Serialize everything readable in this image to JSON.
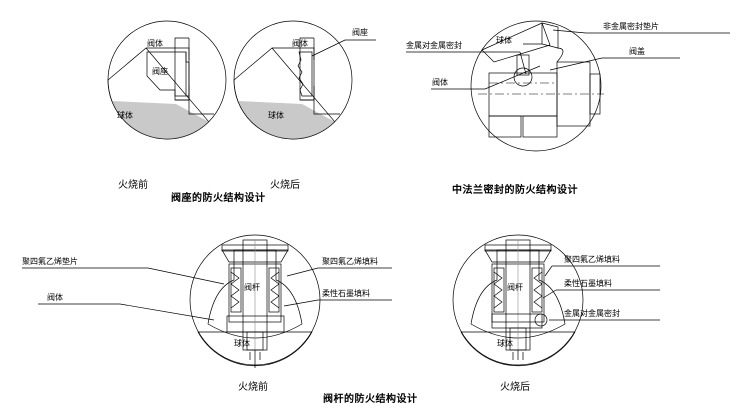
{
  "figure": {
    "title_visible": false,
    "colors": {
      "seat_orange": "#ef7c1a",
      "packing_yellow": "#fff200",
      "metal_gray_light": "#e8e8e8",
      "metal_gray_mid": "#b9b9b9",
      "metal_gray_dark": "#8a8a8a",
      "outline": "#000000",
      "background": "#ffffff"
    }
  },
  "panels": [
    {
      "id": "seat",
      "caption": "阀座的防火结构设计",
      "state_before": "火烧前",
      "state_after": "火烧后",
      "labels": {
        "valve_body": "阀体",
        "valve_seat": "阀座",
        "ball": "球体",
        "seat_callout": "阀座"
      }
    },
    {
      "id": "middle-flange",
      "caption": "中法兰密封的防火结构设计",
      "labels": {
        "metal_to_metal_seal": "金属对金属密封",
        "valve_body": "阀体",
        "ball": "球体",
        "non_metal_gasket": "非金属密封垫片",
        "bonnet": "阀盖"
      }
    },
    {
      "id": "stem",
      "caption": "阀杆的防火结构设计",
      "state_before": "火烧前",
      "state_after": "火烧后",
      "labels_before": {
        "ptfe_gasket": "聚四氟乙烯垫片",
        "valve_body": "阀体",
        "ptfe_packing": "聚四氟乙烯填料",
        "graphite_packing": "柔性石墨填料",
        "stem": "阀杆",
        "ball": "球体"
      },
      "labels_after": {
        "ptfe_packing": "聚四氟乙烯填料",
        "graphite_packing": "柔性石墨填料",
        "metal_to_metal_seal": "金属对金属密封",
        "stem": "阀杆",
        "ball": "球体"
      }
    }
  ]
}
